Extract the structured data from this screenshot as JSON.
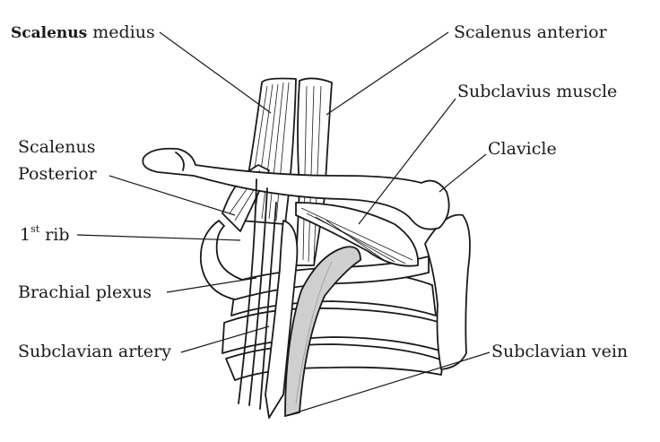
{
  "labels": {
    "scalenus_medius_bold": "Scalenus",
    "scalenus_medius_rest": " medius",
    "scalenus_anterior": "Scalenus anterior",
    "subclavius_muscle": "Subclavius muscle",
    "scalenus_posterior_line1": "Scalenus",
    "scalenus_posterior_line2": "Posterior",
    "clavicle": "Clavicle",
    "first_rib_num": "1",
    "first_rib_sup": "st",
    "first_rib_rest": " rib",
    "brachial_plexus": "Brachial plexus",
    "subclavian_artery": "Subclavian artery",
    "subclavian_vein": "Subclavian vein"
  }
}
